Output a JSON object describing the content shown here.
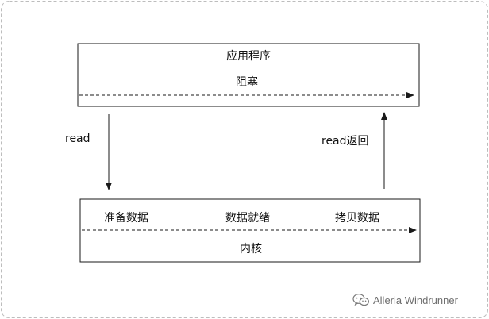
{
  "diagram": {
    "app_box": {
      "title": "应用程序",
      "blocked_label": "阻塞"
    },
    "kernel_box": {
      "step_prepare": "准备数据",
      "step_ready": "数据就绪",
      "step_copy": "拷贝数据",
      "title": "内核"
    },
    "arrows": {
      "read_call": "read",
      "read_return": "read返回"
    }
  },
  "watermark": {
    "text": "Alleria Windrunner",
    "icon": "wechat-icon"
  },
  "colors": {
    "line": "#1a1a1a",
    "frame_border": "#bdbdbd",
    "watermark": "#6d6d6d"
  }
}
